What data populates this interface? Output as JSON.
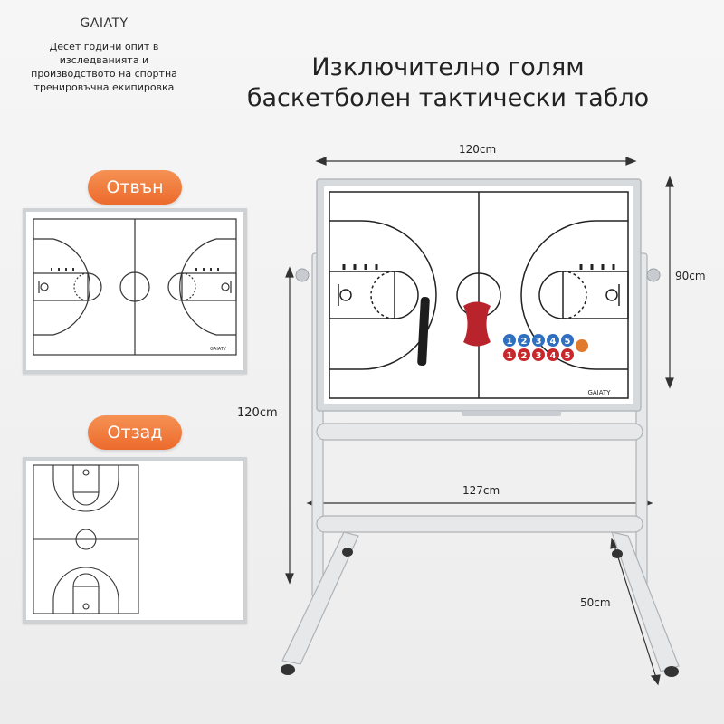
{
  "brand": {
    "name": "GAIATY",
    "description": "Десет години опит в изследванията и производството на спортна тренировъчна екипировка"
  },
  "headline": {
    "line1": "Изключително голям",
    "line2": "баскетболен тактически табло"
  },
  "labels": {
    "front": "Отвън",
    "back": "Отзад"
  },
  "dimensions": {
    "board_width": "120cm",
    "board_height": "90cm",
    "total_height": "120cm",
    "base_width": "127cm",
    "base_depth": "50cm"
  },
  "board": {
    "logo": "GAIATY",
    "magnets_blue": [
      "1",
      "2",
      "3",
      "4",
      "5"
    ],
    "magnets_red": [
      "1",
      "2",
      "3",
      "4",
      "5"
    ]
  },
  "colors": {
    "accent_orange": "#ec6a2c",
    "magnet_blue": "#2f6fc0",
    "magnet_red": "#c8282c",
    "eraser_red": "#b8232c",
    "frame_gray": "#cfd2d4"
  }
}
